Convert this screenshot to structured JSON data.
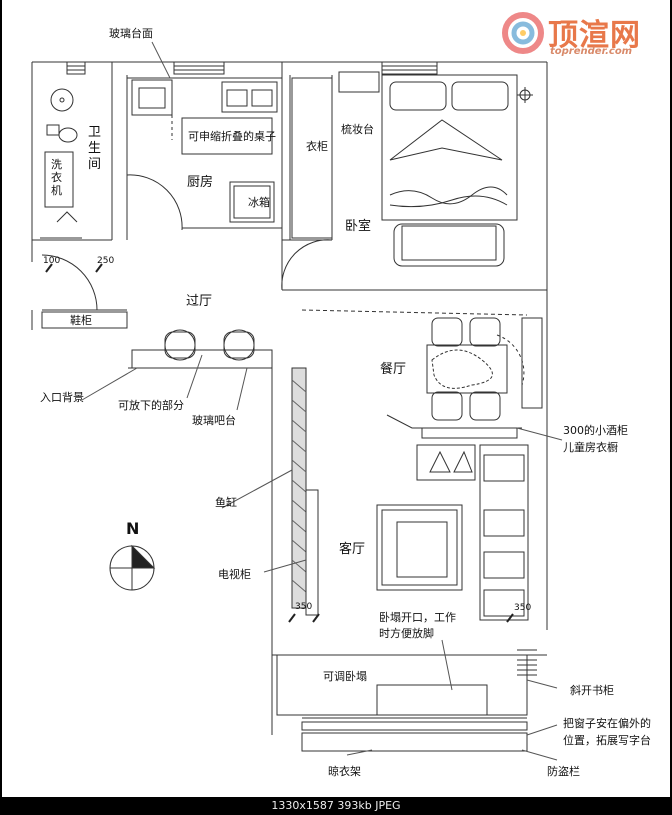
{
  "watermark": {
    "brand": "顶渲网",
    "url": "toprender.com"
  },
  "rooms": {
    "bathroom": "卫\n生\n间",
    "washer": "洗\n衣\n机",
    "kitchen": "厨房",
    "bedroom": "卧室",
    "hall": "过厅",
    "dining": "餐厅",
    "living": "客厅",
    "fridge": "冰箱",
    "wardrobe": "衣柜",
    "dresser": "梳妆台"
  },
  "annotations": {
    "glass_counter": "玻璃台面",
    "folding_table": "可申缩折叠的桌子",
    "shoe_cabinet": "鞋柜",
    "entry_backdrop": "入口背景",
    "removable_part": "可放下的部分",
    "glass_bar": "玻璃吧台",
    "fish_tank": "鱼缸",
    "tv_cabinet": "电视柜",
    "wine_cabinet": "300的小酒柜",
    "kids_wardrobe": "儿童房衣橱",
    "bed_opening_1": "卧塌开口，工作",
    "bed_opening_2": "时方便放脚",
    "adjustable_bed": "可调卧塌",
    "angled_bookcase": "斜开书柜",
    "window_note_1": "把窗子安在偏外的",
    "window_note_2": "位置，拓展写字台",
    "drying_rack": "晾衣架",
    "security_bar": "防盗栏",
    "compass": "N"
  },
  "dimensions": {
    "d100": "100",
    "d250": "250",
    "d350_left": "350",
    "d350_right": "350"
  },
  "viewer_status": "1330x1587  393kb  JPEG"
}
